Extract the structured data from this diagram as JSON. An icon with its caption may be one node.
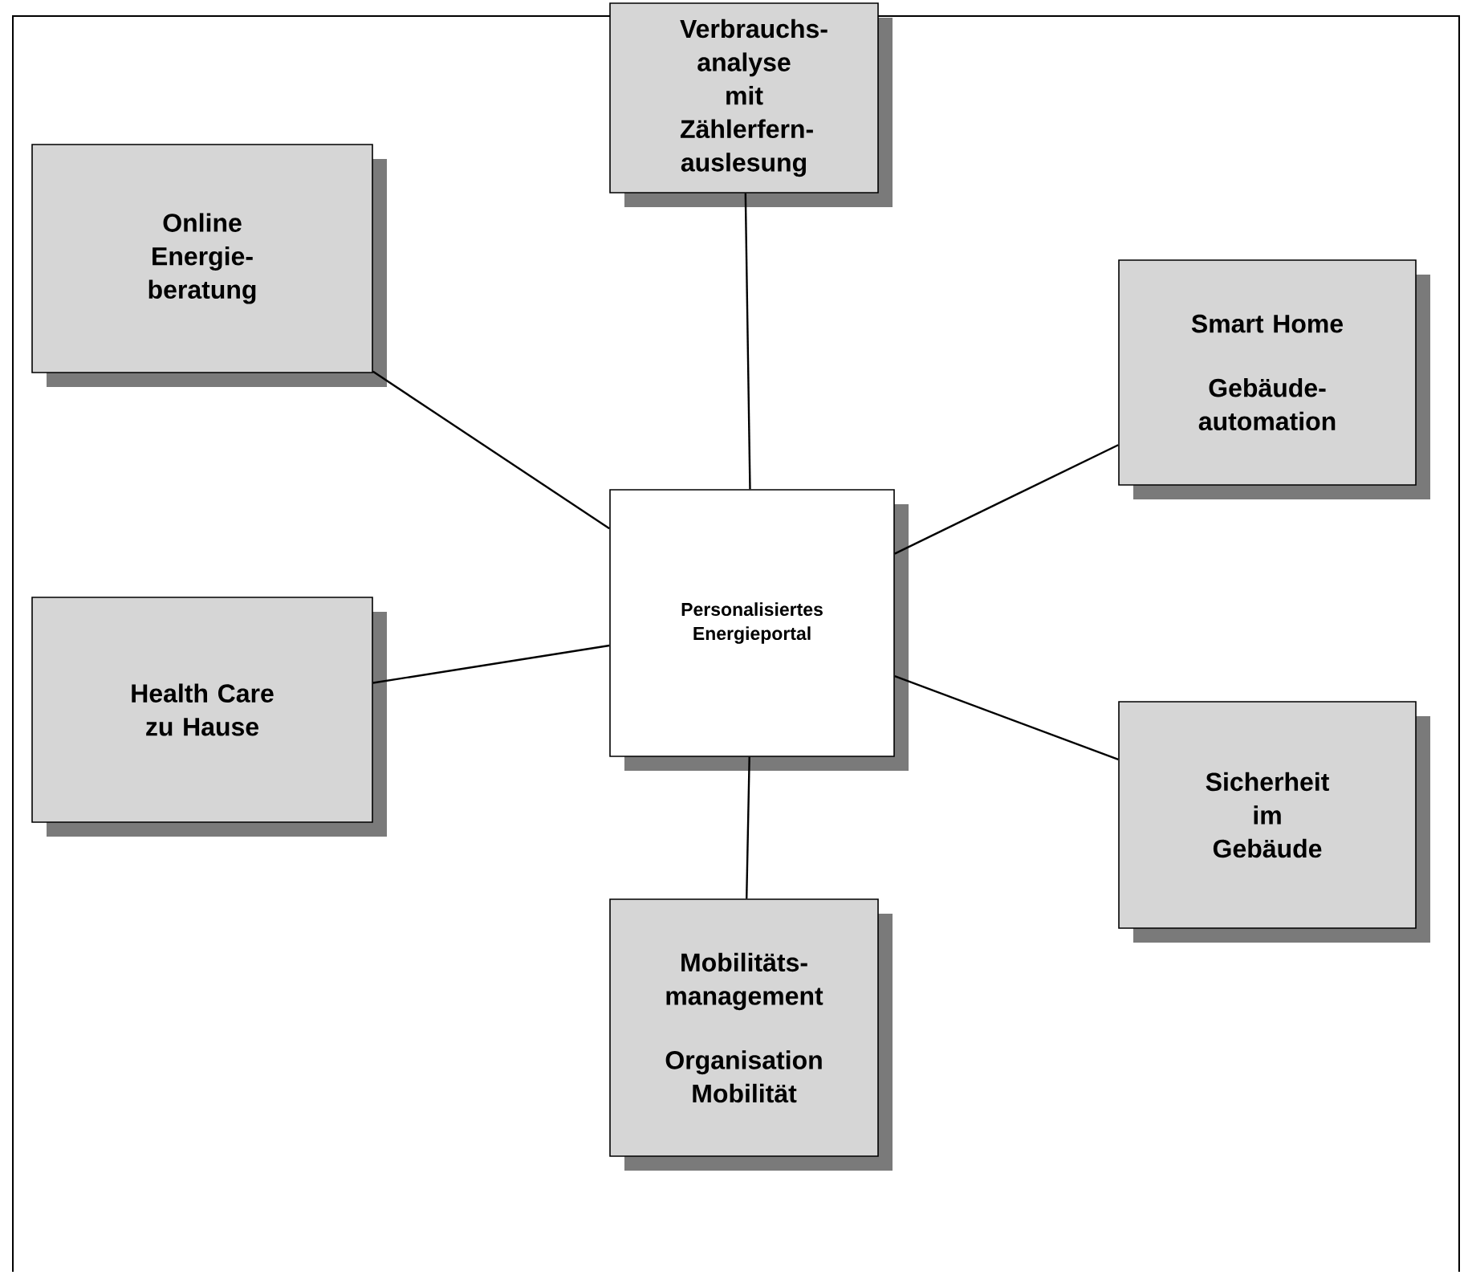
{
  "diagram": {
    "nodes": [
      {
        "text": [
          "Verbrauchs- analyse mit Zählerfern- auslesung"
        ]
      },
      {
        "text": [
          "Online Energie- beratung"
        ]
      },
      {
        "text": [
          "Smart Home",
          "Gebäude- automation"
        ]
      },
      {
        "text": [
          "Personalisiertes Energieportal"
        ]
      },
      {
        "text": [
          "Health Care zu Hause"
        ]
      },
      {
        "text": [
          "Sicherheit im Gebäude"
        ]
      },
      {
        "text": [
          "Mobilitäts- management",
          "Organisation Mobilität"
        ]
      }
    ],
    "edges": [
      {
        "from": 3,
        "to": 0,
        "arrow": "none"
      },
      {
        "from": 3,
        "to": 1,
        "arrow": "none"
      },
      {
        "from": 3,
        "to": 2,
        "arrow": "none"
      },
      {
        "from": 3,
        "to": 4,
        "arrow": "none"
      },
      {
        "from": 3,
        "to": 5,
        "arrow": "none"
      },
      {
        "from": 3,
        "to": 6,
        "arrow": "none"
      }
    ]
  }
}
